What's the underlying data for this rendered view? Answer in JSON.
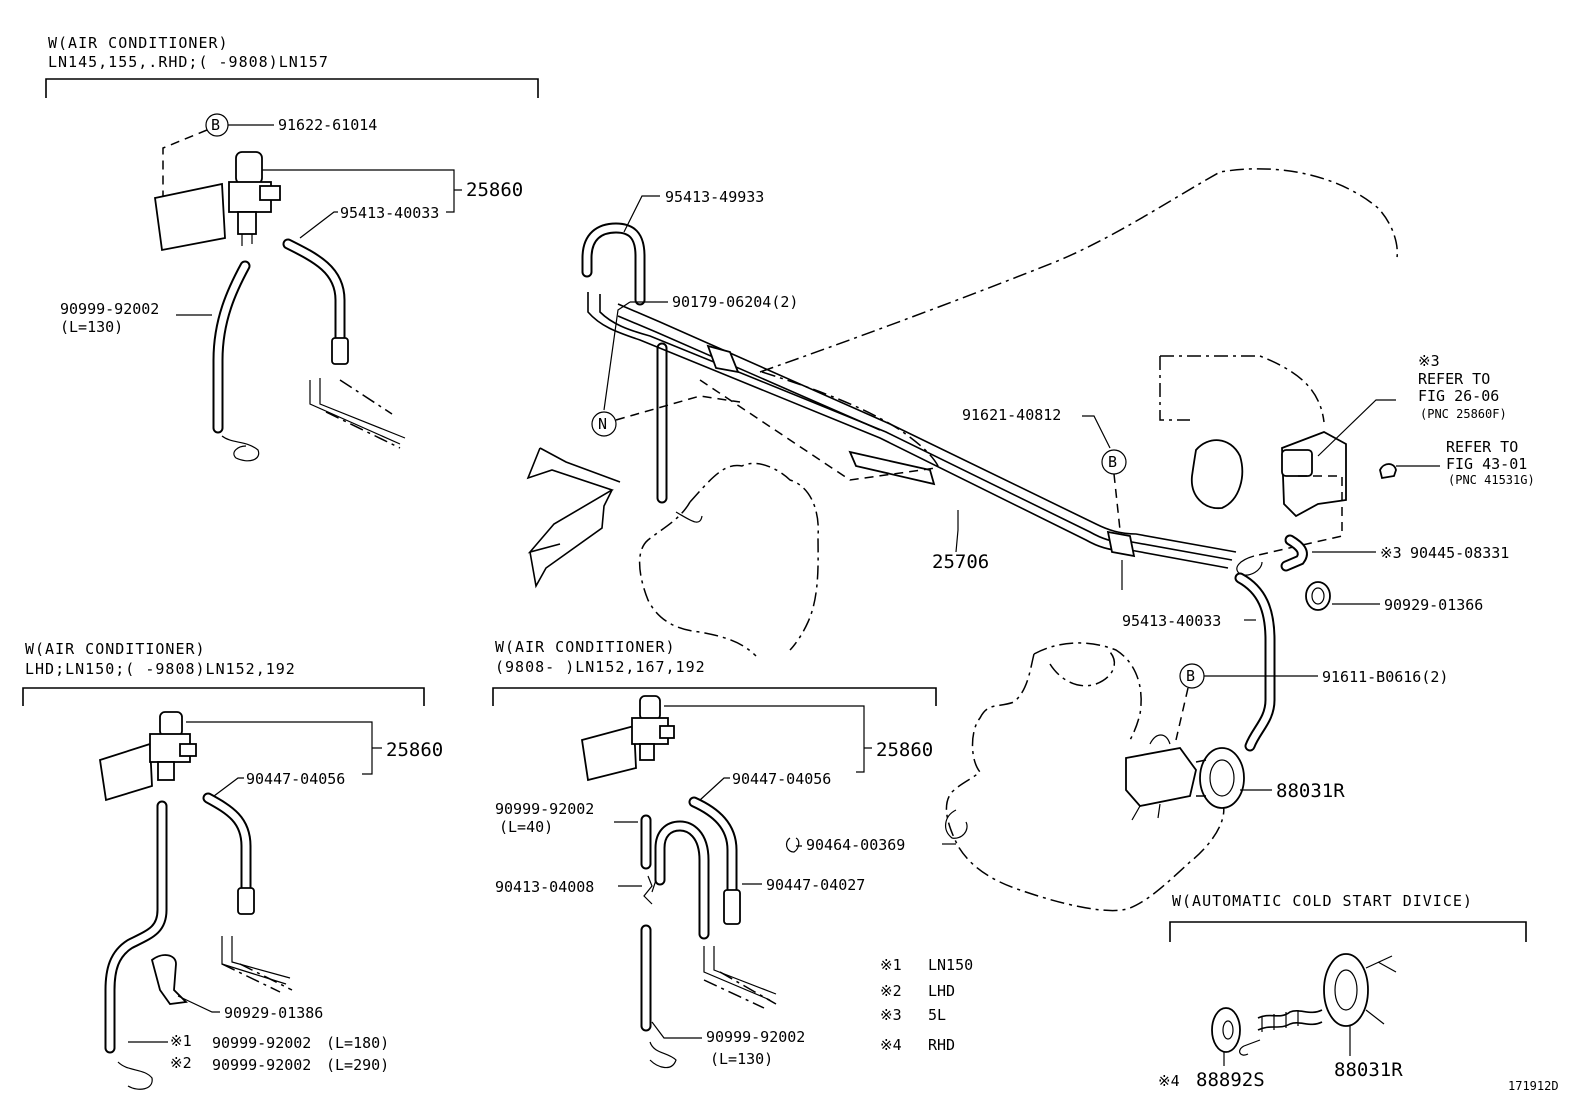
{
  "diagram": {
    "figure_id": "171912D",
    "section_top_left": {
      "header_line1": "W(AIR CONDITIONER)",
      "header_line2": "LN145,155,.RHD;(      -9808)LN157",
      "parts": {
        "circle_b": "B",
        "p1": "91622-61014",
        "p2": "25860",
        "p3": "95413-40033",
        "p4": "90999-92002",
        "p4_note": "(L=130)"
      }
    },
    "section_main": {
      "parts": {
        "p1": "95413-49933",
        "p2": "90179-06204(2)",
        "circle_n": "N",
        "p3": "25706",
        "p4": "91621-40812",
        "circle_b1": "B",
        "p5_mark": "※3",
        "p5": "90445-08331",
        "p6": "90929-01366",
        "p7": "95413-40033",
        "circle_b2": "B",
        "p8": "91611-B0616(2)",
        "p9": "88031R",
        "p10": "90464-00369"
      },
      "ref1_mark": "※3",
      "ref1_line1": "REFER TO",
      "ref1_line2": "FIG 26-06",
      "ref1_line3": "(PNC 25860F)",
      "ref2_line1": "REFER TO",
      "ref2_line2": "FIG 43-01",
      "ref2_line3": "(PNC 41531G)"
    },
    "section_bottom_left": {
      "header_line1": "W(AIR CONDITIONER)",
      "header_line2": "LHD;LN150;(      -9808)LN152,192",
      "parts": {
        "p1": "25860",
        "p2": "90447-04056",
        "p3": "90929-01386",
        "p4_mark": "※1",
        "p4": "90999-92002",
        "p4_note": "(L=180)",
        "p5_mark": "※2",
        "p5": "90999-92002",
        "p5_note": "(L=290)"
      }
    },
    "section_bottom_mid": {
      "header_line1": "W(AIR CONDITIONER)",
      "header_line2": "(9808-      )LN152,167,192",
      "parts": {
        "p1": "25860",
        "p2": "90447-04056",
        "p3": "90999-92002",
        "p3_note": "(L=40)",
        "p4": "90413-04008",
        "p5": "90447-04027",
        "p6": "90999-92002",
        "p6_note": "(L=130)"
      }
    },
    "legend": [
      {
        "mark": "※1",
        "text": "LN150"
      },
      {
        "mark": "※2",
        "text": "LHD"
      },
      {
        "mark": "※3",
        "text": "5L"
      },
      {
        "mark": "※4",
        "text": "RHD"
      }
    ],
    "section_bottom_right": {
      "header_line1": "W(AUTOMATIC COLD START DIVICE)",
      "parts": {
        "p1_mark": "※4",
        "p1": "88892S",
        "p2": "88031R"
      }
    }
  }
}
